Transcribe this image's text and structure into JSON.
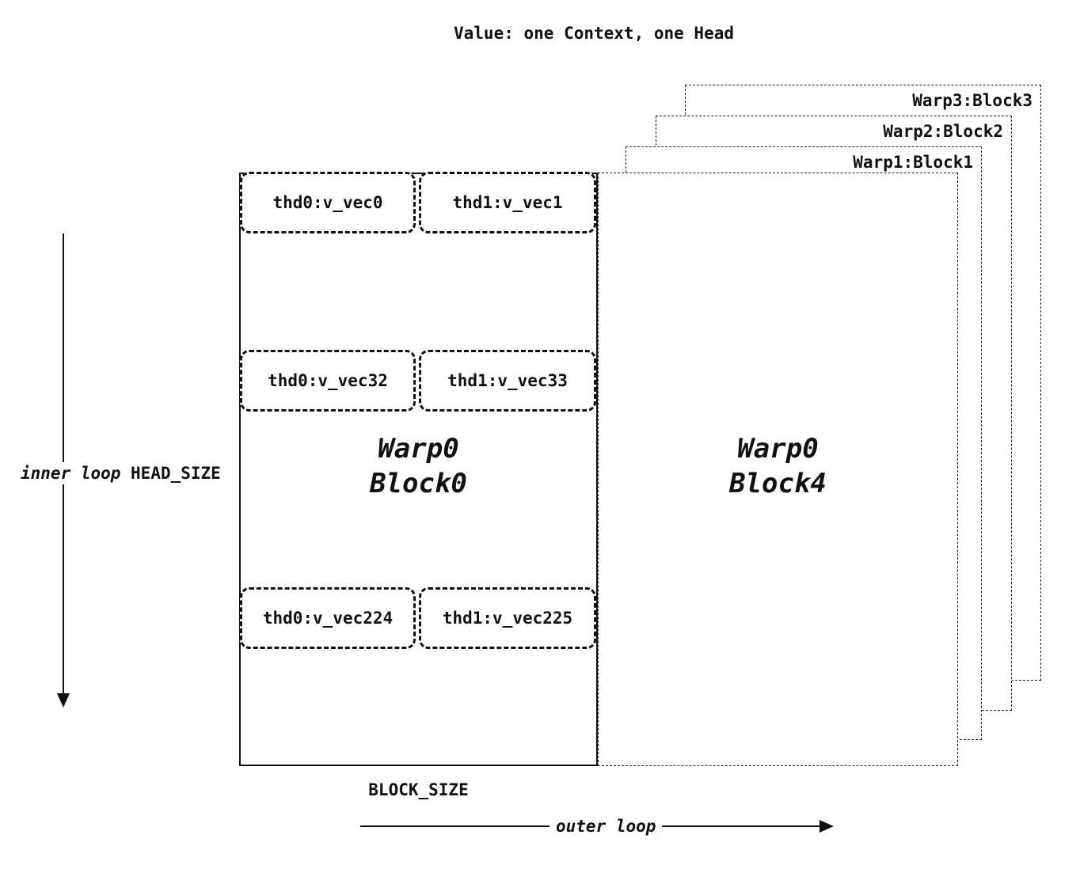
{
  "title": "Value: one Context, one Head",
  "block0": {
    "name_line1": "Warp0",
    "name_line2": "Block0",
    "rows": [
      {
        "cell0": "thd0:v_vec0",
        "cell1": "thd1:v_vec1"
      },
      {
        "cell0": "thd0:v_vec32",
        "cell1": "thd1:v_vec33"
      },
      {
        "cell0": "thd0:v_vec224",
        "cell1": "thd1:v_vec225"
      }
    ]
  },
  "block4": {
    "name_line1": "Warp0",
    "name_line2": "Block4"
  },
  "stacked": {
    "block1_label": "Warp1:Block1",
    "block2_label": "Warp2:Block2",
    "block3_label": "Warp3:Block3"
  },
  "annotations": {
    "inner_loop": "inner loop",
    "head_size": "HEAD_SIZE",
    "block_size": "BLOCK_SIZE",
    "outer_loop": "outer loop"
  },
  "colors": {
    "ink": "#111111",
    "background": "#ffffff"
  }
}
